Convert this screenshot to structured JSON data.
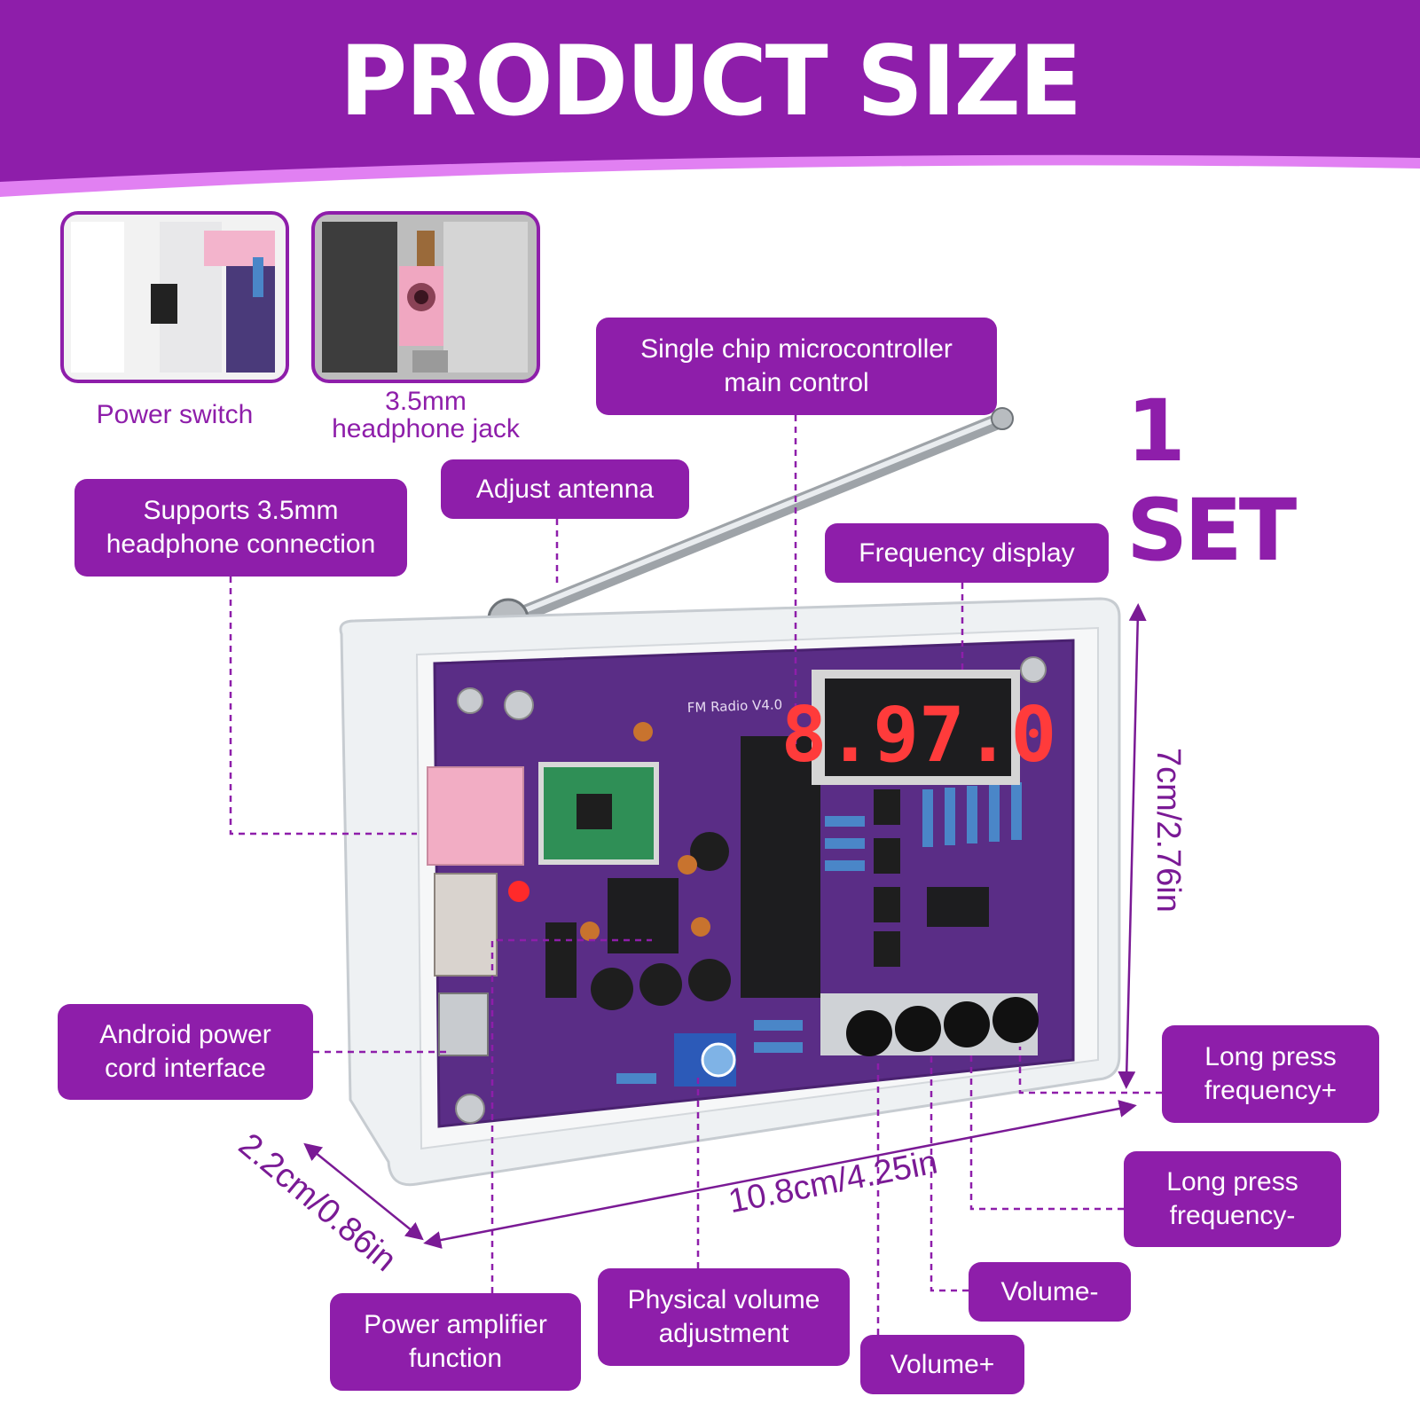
{
  "header": {
    "title": "PRODUCT SIZE",
    "set_badge": "1 SET"
  },
  "colors": {
    "accent": "#8e1eaa",
    "accent_light": "#e180f2",
    "board": "#5a2d86",
    "display_red": "#ff3b3b"
  },
  "insets": {
    "power_switch": "Power switch",
    "headphone_jack": "3.5mm\nheadphone jack"
  },
  "callouts": {
    "single_chip": "Single chip microcontroller\nmain control",
    "adjust_antenna": "Adjust antenna",
    "supports_headphone": "Supports 3.5mm\nheadphone connection",
    "frequency_display": "Frequency display",
    "android_power": "Android power\ncord interface",
    "long_press_plus": "Long press\nfrequency+",
    "long_press_minus": "Long press\nfrequency-",
    "volume_minus": "Volume-",
    "volume_plus": "Volume+",
    "physical_volume": "Physical volume\nadjustment",
    "power_amplifier": "Power amplifier\nfunction"
  },
  "board": {
    "silkscreen_model": "FM Radio V4.0",
    "display_digits": "8.97.0"
  },
  "dimensions": {
    "height": "7cm/2.76in",
    "width": "10.8cm/4.25in",
    "depth": "2.2cm/0.86in"
  }
}
